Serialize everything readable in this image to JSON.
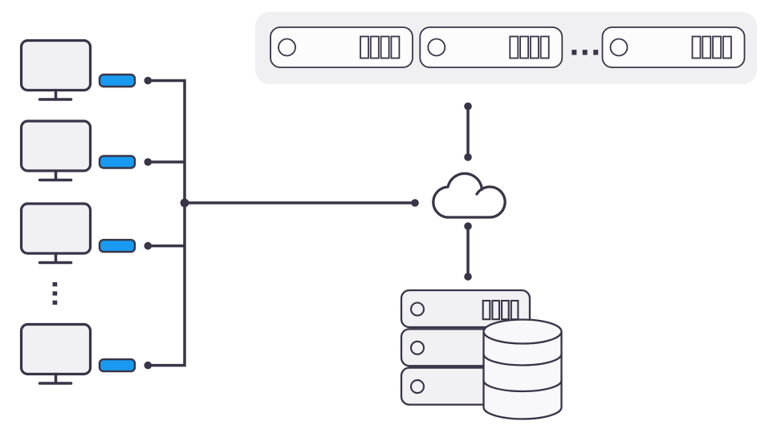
{
  "diagram": {
    "type": "network-architecture",
    "background": "#ffffff",
    "colors": {
      "ink": "#393447",
      "accent_blue": "#189af0",
      "panel_bg": "#f0eff2",
      "device_fill": "#f1f0f3",
      "unit_fill": "#fcfcfd",
      "db_fill": "#f8f7fa",
      "cloud_fill": "#ffffff",
      "canvas_bg": "#ffffff"
    },
    "clients": {
      "icon": "monitor-icon",
      "adapter_icon": "network-adapter-icon",
      "visible_count": 4,
      "ellipsis": "..."
    },
    "server_cluster": {
      "icon": "rack-server-icon",
      "visible_count": 3,
      "ellipsis": "..."
    },
    "network": {
      "icon": "cloud-icon"
    },
    "datastore": {
      "stack_icon": "server-stack-icon",
      "database_icon": "database-icon",
      "unit_count": 3
    },
    "edges": [
      "clients -> lan-trunk",
      "lan-trunk -> cloud",
      "cloud -> server-cluster",
      "cloud -> datastore"
    ]
  }
}
